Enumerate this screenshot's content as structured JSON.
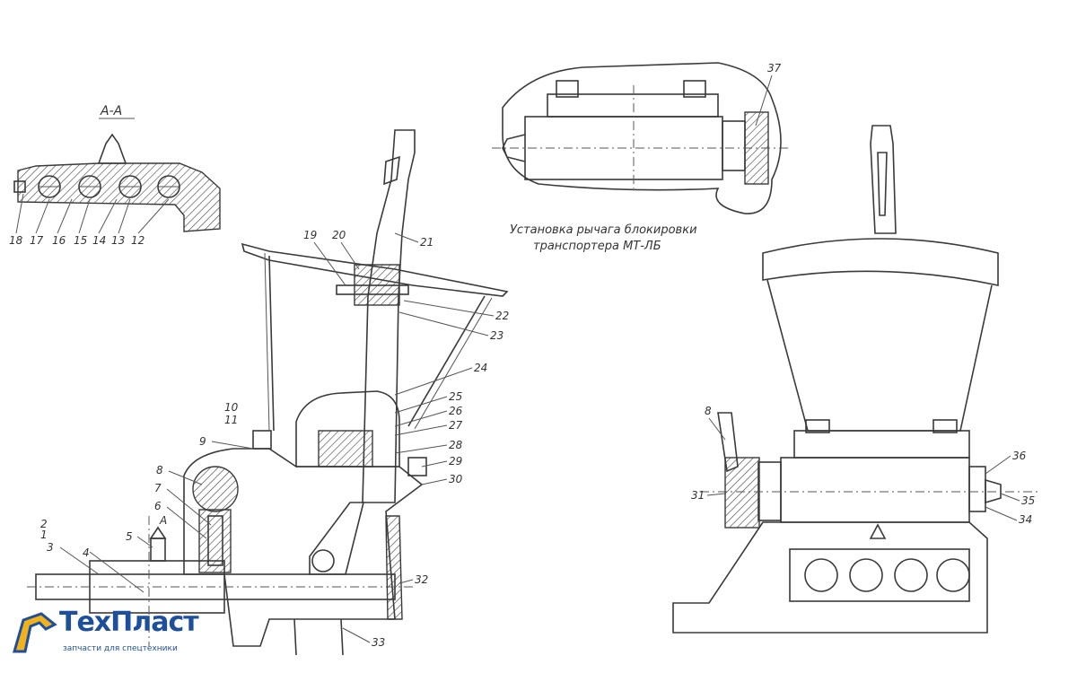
{
  "section_label": "А-А",
  "caption_line1": "Установка рычага блокировки",
  "caption_line2": "транспортера МТ-ЛБ",
  "callouts": [
    "1",
    "2",
    "3",
    "4",
    "5",
    "6",
    "7",
    "8",
    "9",
    "10",
    "11",
    "12",
    "13",
    "14",
    "15",
    "16",
    "17",
    "18",
    "19",
    "20",
    "21",
    "22",
    "23",
    "24",
    "25",
    "26",
    "27",
    "28",
    "29",
    "30",
    "31",
    "32",
    "33",
    "34",
    "35",
    "36",
    "37"
  ],
  "right_view_callouts": [
    "8",
    "31",
    "34",
    "35",
    "36"
  ],
  "marker_a": "А",
  "logo": {
    "brand_part1": "Тех",
    "brand_part2": "Пласт",
    "tagline": "запчасти для спецтехники",
    "brand_color": "#1d4f9c",
    "accent_color": "#f2b21b"
  }
}
